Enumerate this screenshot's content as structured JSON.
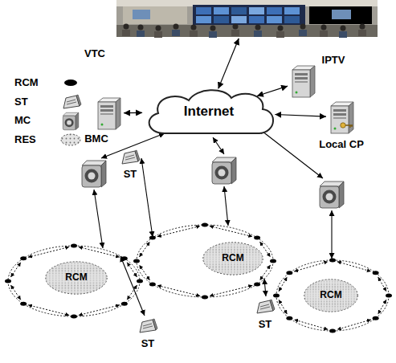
{
  "diagram": {
    "nodes": [
      {
        "text": [
          "VTC"
        ]
      },
      {
        "text": [
          "IPTV"
        ]
      },
      {
        "text": [
          "BMC"
        ]
      },
      {
        "text": [
          "Internet"
        ]
      },
      {
        "text": [
          "Local CP"
        ]
      },
      {
        "text": [
          "ST"
        ]
      },
      {
        "text": [
          "RCM"
        ]
      },
      {
        "text": [
          "RCM"
        ]
      },
      {
        "text": [
          "RCM"
        ]
      },
      {
        "text": [
          "ST"
        ]
      },
      {
        "text": [
          "ST"
        ]
      }
    ],
    "edges": [
      {
        "from": 0,
        "to": 3,
        "arrow": "both"
      },
      {
        "from": 1,
        "to": 3,
        "arrow": "both"
      },
      {
        "from": 2,
        "to": 3,
        "arrow": "both"
      },
      {
        "from": 4,
        "to": 3,
        "arrow": "both"
      }
    ],
    "legend": [
      {
        "text": "RCM"
      },
      {
        "text": "ST"
      },
      {
        "text": "MC"
      },
      {
        "text": "RES"
      }
    ]
  }
}
